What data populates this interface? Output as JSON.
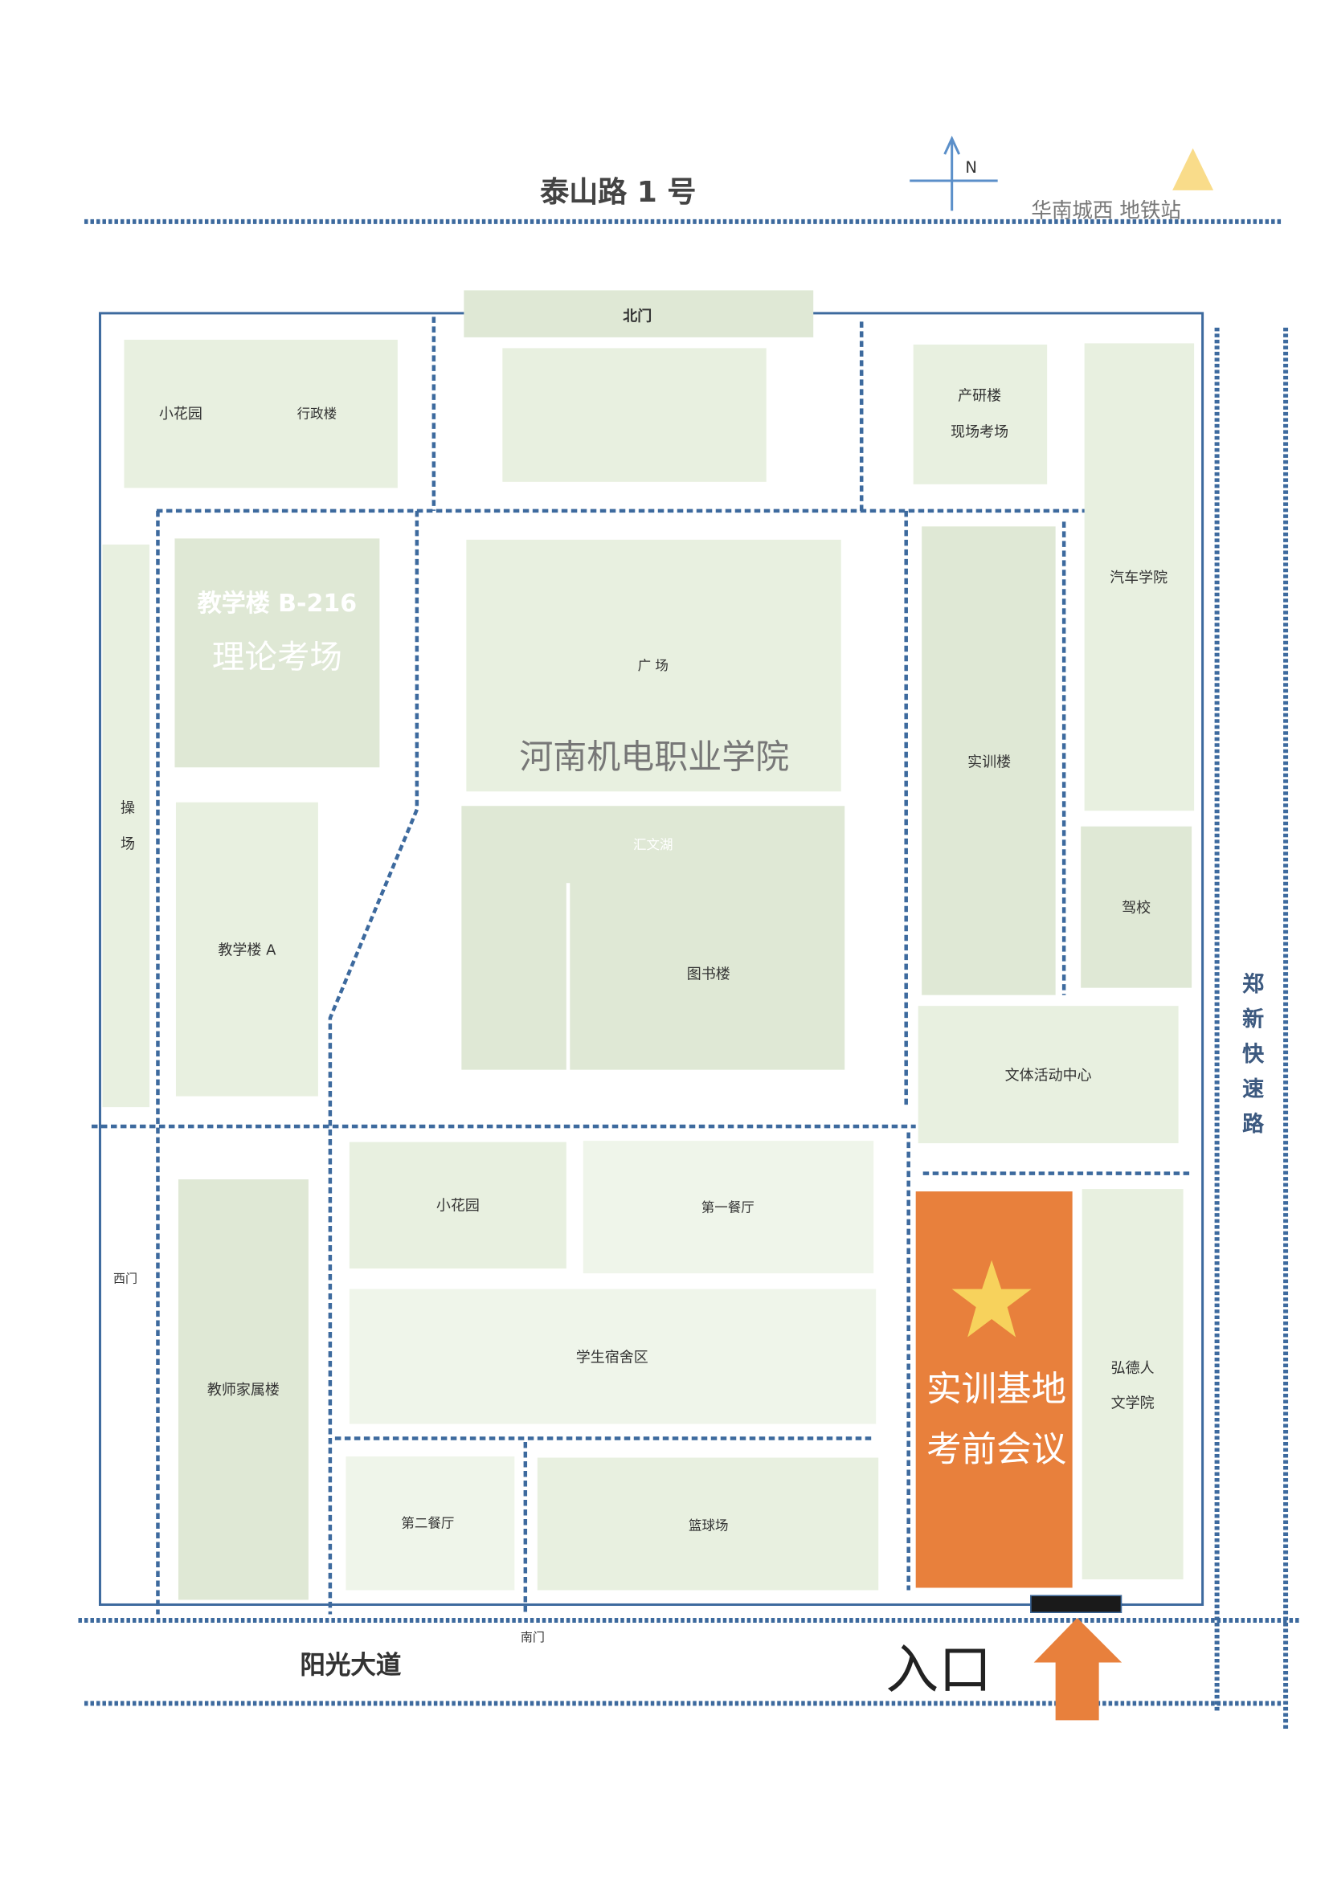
{
  "header": {
    "road_north": "泰山路 1 号",
    "north_label": "N",
    "metro_label": "华南城西  地铁站"
  },
  "campus": {
    "north_gate": "北门",
    "garden_1": "小花园",
    "admin": "行政楼",
    "research_1": "产研楼",
    "research_2": "现场考场",
    "auto_school": "汽车学院",
    "playground_1": "操",
    "playground_2": "场",
    "teaching_b_1": "教学楼 B-216",
    "teaching_b_2": "理论考场",
    "square": "广 场",
    "college_name": "河南机电职业学院",
    "lake": "汇文湖",
    "library": "图书楼",
    "training": "实训楼",
    "driving": "驾校",
    "teaching_a": "教学楼 A",
    "sports": "文体活动中心",
    "west_gate": "西门",
    "family": "教师家属楼",
    "garden_2": "小花园",
    "canteen_1": "第一餐厅",
    "dorm": "学生宿舍区",
    "canteen_2": "第二餐厅",
    "basketball": "篮球场",
    "highlight_1": "实训基地",
    "highlight_2": "考前会议",
    "hongde_1": "弘德人",
    "hongde_2": "文学院",
    "south_gate": "南门"
  },
  "roads": {
    "south": "阳光大道",
    "east": [
      "郑",
      "新",
      "快",
      "速",
      "路"
    ]
  },
  "entrance": "入口",
  "colors": {
    "road": "#3d6a9e",
    "highlight": "#e8803c",
    "star": "#f7d25c",
    "block": "#e8f0e0"
  }
}
